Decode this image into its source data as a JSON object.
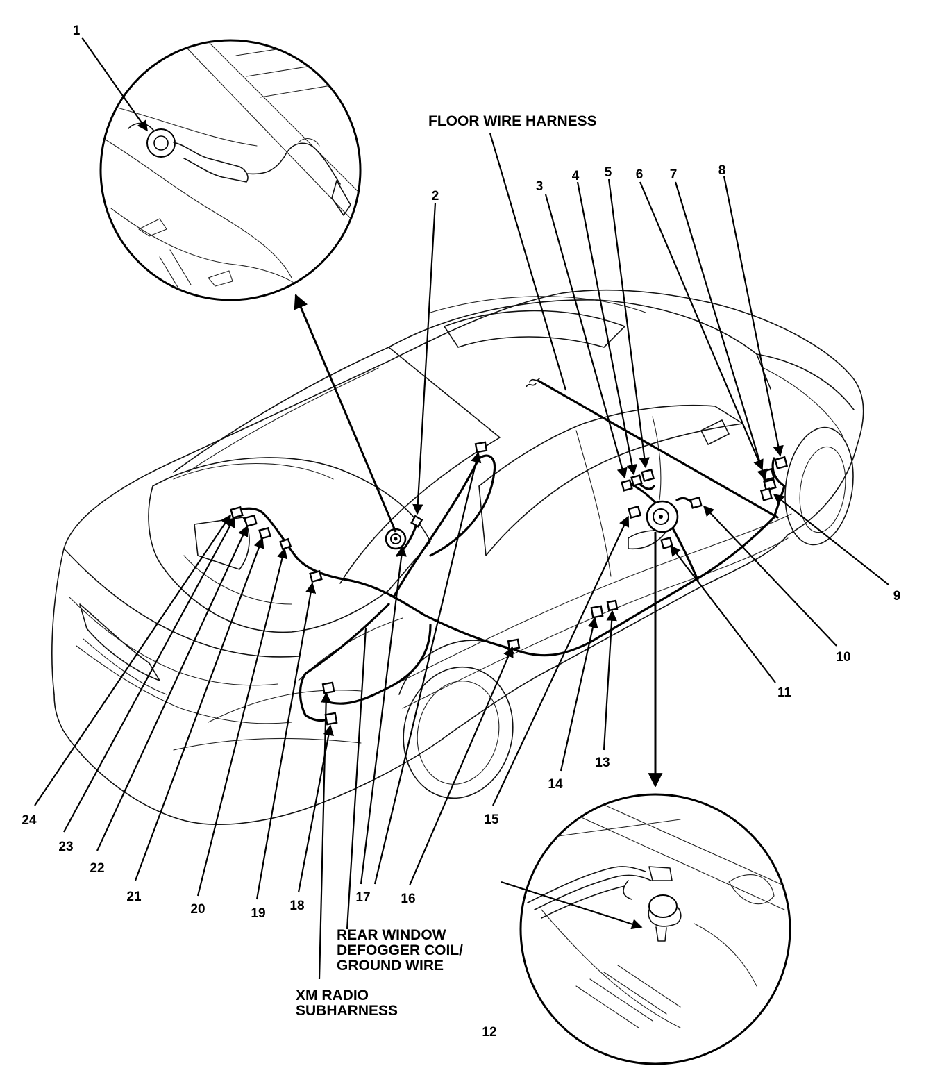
{
  "labels": {
    "floor_wire_harness": "FLOOR WIRE HARNESS",
    "rear_window_line1": "REAR WINDOW",
    "rear_window_line2": "DEFOGGER COIL/",
    "rear_window_line3": "GROUND WIRE",
    "xm_line1": "XM RADIO",
    "xm_line2": "SUBHARNESS"
  },
  "callouts": [
    "1",
    "2",
    "3",
    "4",
    "5",
    "6",
    "7",
    "8",
    "9",
    "10",
    "11",
    "12",
    "13",
    "14",
    "15",
    "16",
    "17",
    "18",
    "19",
    "20",
    "21",
    "22",
    "23",
    "24"
  ]
}
